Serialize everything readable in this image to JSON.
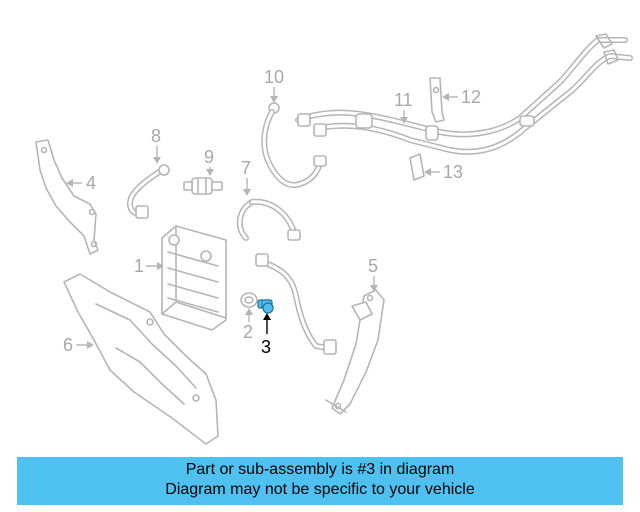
{
  "diagram": {
    "callouts": [
      {
        "number": "1"
      },
      {
        "number": "2"
      },
      {
        "number": "3"
      },
      {
        "number": "4"
      },
      {
        "number": "5"
      },
      {
        "number": "6"
      },
      {
        "number": "7"
      },
      {
        "number": "8"
      },
      {
        "number": "9"
      },
      {
        "number": "10"
      },
      {
        "number": "11"
      },
      {
        "number": "12"
      },
      {
        "number": "13"
      }
    ],
    "highlighted_callout": "3",
    "colors": {
      "outline": "#b5b5b5",
      "callout_text": "#a8a8a8",
      "highlight_text": "#000000",
      "highlight_part": "#4fc1f1"
    }
  },
  "banner": {
    "line1": "Part or sub-assembly is #3 in diagram",
    "line2": "Diagram may not be specific to your vehicle",
    "background": "#4fc1f1"
  }
}
